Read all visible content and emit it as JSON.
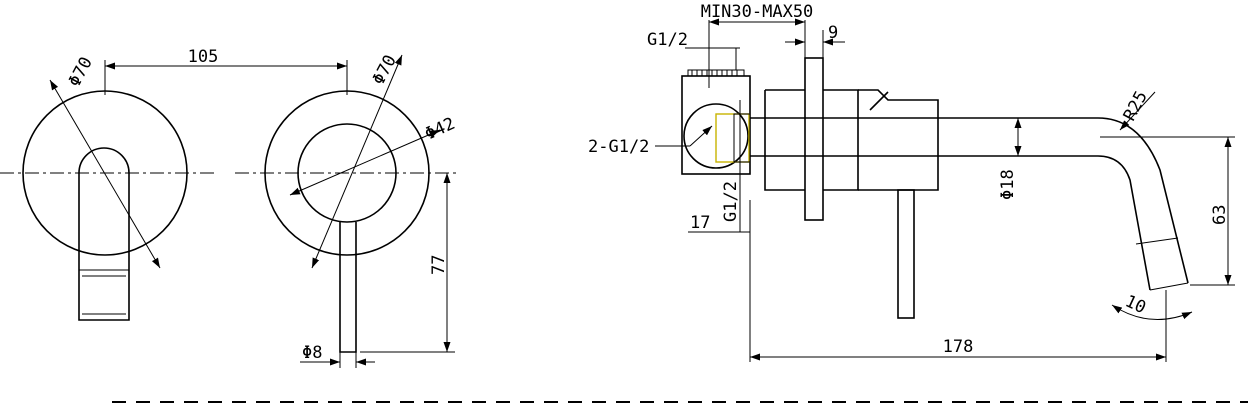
{
  "labels": {
    "front_left_dia": "Φ70",
    "center_distance": "105",
    "front_right_dia": "Φ70",
    "inner_dia": "Φ42",
    "lever_height": "77",
    "lever_dia": "Φ8",
    "wall_range": "MIN30-MAX50",
    "thread_top": "G1/2",
    "plate_thickness": "9",
    "thread_inlets": "2-G1/2",
    "thread_side": "G1/2",
    "offset": "17",
    "spout_radius": "R25",
    "spout_dia": "Φ18",
    "spout_drop": "63",
    "spout_angle": "10",
    "spout_length": "178"
  },
  "colors": {
    "line": "#000000",
    "highlight": "#c8b400",
    "background": "#ffffff"
  }
}
